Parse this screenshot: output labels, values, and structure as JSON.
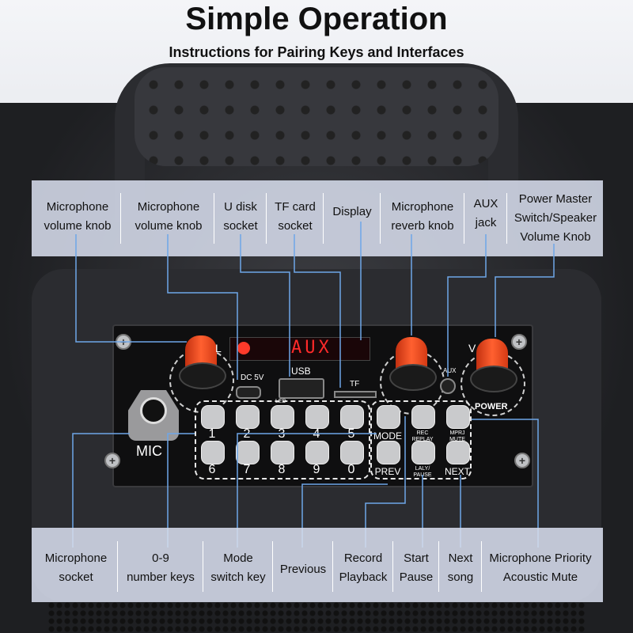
{
  "header": {
    "title": "Simple Operation",
    "subtitle": "Instructions for Pairing Keys and Interfaces"
  },
  "top_labels": [
    {
      "l1": "Microphone",
      "l2": "volume knob"
    },
    {
      "l1": "Microphone",
      "l2": "volume knob"
    },
    {
      "l1": "U disk",
      "l2": "socket"
    },
    {
      "l1": "TF card",
      "l2": "socket"
    },
    {
      "l1": "Display",
      "l2": ""
    },
    {
      "l1": "Microphone",
      "l2": "reverb knob"
    },
    {
      "l1": "AUX",
      "l2": "jack"
    },
    {
      "l1": "Power Master",
      "l2": "Switch/Speaker",
      "l3": "Volume Knob"
    }
  ],
  "bottom_labels": [
    {
      "l1": "Microphone",
      "l2": "socket"
    },
    {
      "l1": "0-9",
      "l2": "number keys"
    },
    {
      "l1": "Mode",
      "l2": "switch key"
    },
    {
      "l1": "Previous",
      "l2": ""
    },
    {
      "l1": "Record",
      "l2": "Playback"
    },
    {
      "l1": "Start",
      "l2": "Pause"
    },
    {
      "l1": "Next",
      "l2": "song"
    },
    {
      "l1": "Microphone Priority",
      "l2": "Acoustic Mute"
    }
  ],
  "panel": {
    "display_text": "AUX",
    "dc_label": "DC 5V",
    "usb_label": "USB",
    "tf_label": "TF",
    "led_label": "LED",
    "aux_label": "AUX",
    "power_label": "POWER",
    "knob_l_label": "L",
    "knob_v_label": "V",
    "mic_label": "MIC",
    "number_keys_top": [
      "1",
      "2",
      "3",
      "4",
      "5"
    ],
    "number_keys_bottom": [
      "6",
      "7",
      "8",
      "9",
      "0"
    ],
    "fn_top": [
      {
        "label": "MODE",
        "small": ""
      },
      {
        "label": "",
        "small": "REC REPLAY"
      },
      {
        "label": "",
        "small": "MPRJ MUTE"
      }
    ],
    "fn_bottom": [
      {
        "label": "PREV",
        "small": ""
      },
      {
        "label": "",
        "small": "LALY/ PAUSE"
      },
      {
        "label": "NEXT",
        "small": ""
      }
    ]
  },
  "colors": {
    "knob": "#ff5a2a",
    "display_text": "#ff2a2a",
    "label_bar": "#d6dcec",
    "leader_line": "#6ea6e8"
  }
}
